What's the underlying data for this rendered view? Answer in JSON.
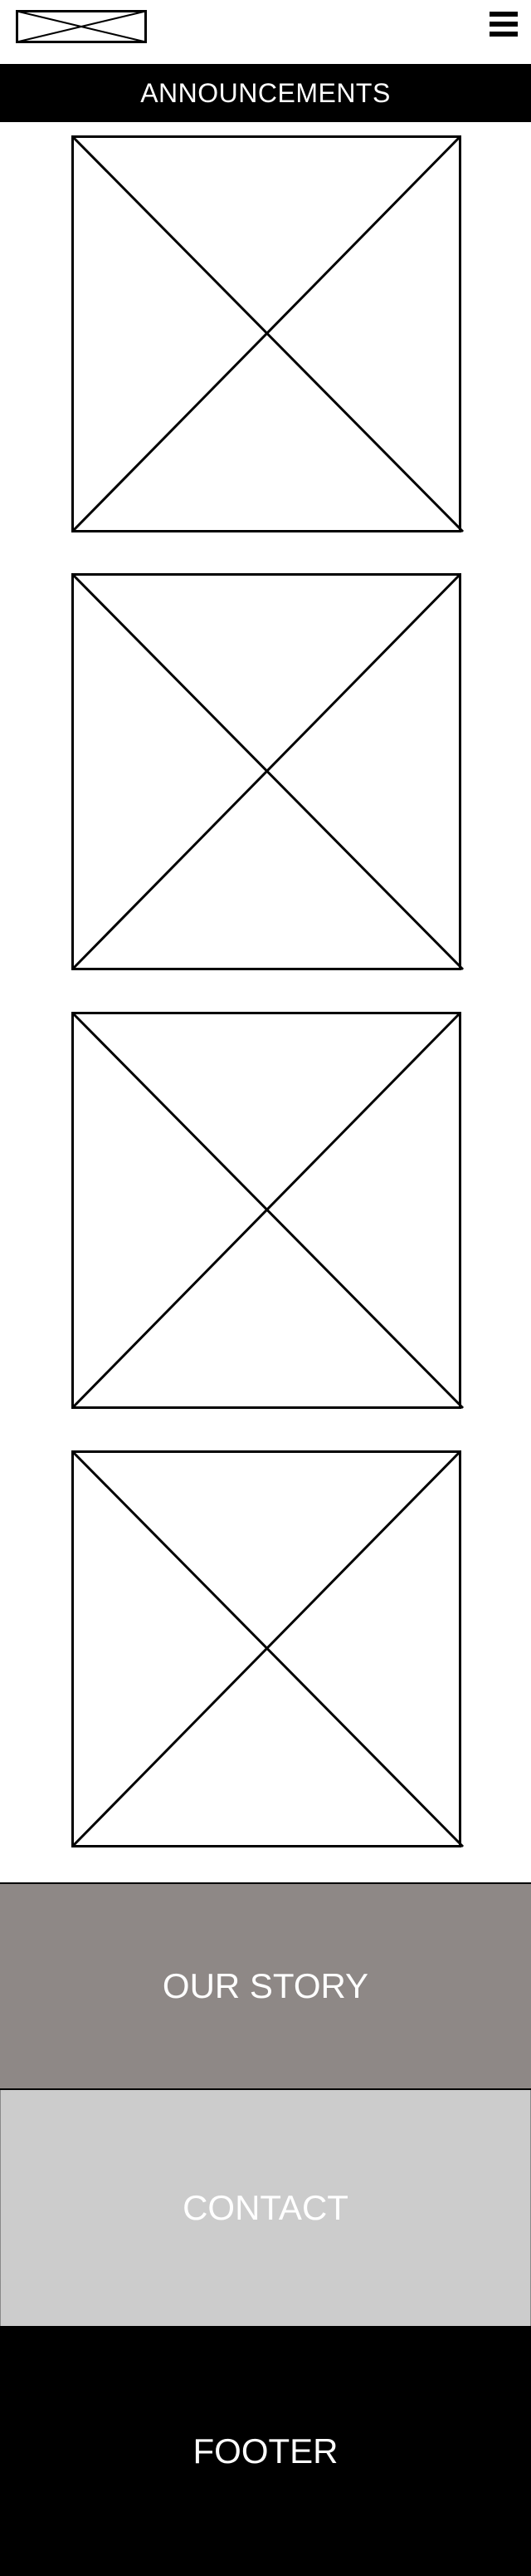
{
  "header": {
    "logo_icon": "image-placeholder-icon",
    "menu_icon": "hamburger-menu-icon"
  },
  "announcements": {
    "label": "ANNOUNCEMENTS"
  },
  "image_placeholders": [
    {
      "icon": "image-placeholder-icon"
    },
    {
      "icon": "image-placeholder-icon"
    },
    {
      "icon": "image-placeholder-icon"
    },
    {
      "icon": "image-placeholder-icon"
    }
  ],
  "sections": {
    "our_story": "OUR STORY",
    "contact": "CONTACT"
  },
  "footer": {
    "label": "FOOTER"
  },
  "colors": {
    "announce_bg": "#000000",
    "story_bg": "#8e8886",
    "contact_bg": "#cccccc",
    "footer_bg": "#000000",
    "text_light": "#ffffff"
  }
}
